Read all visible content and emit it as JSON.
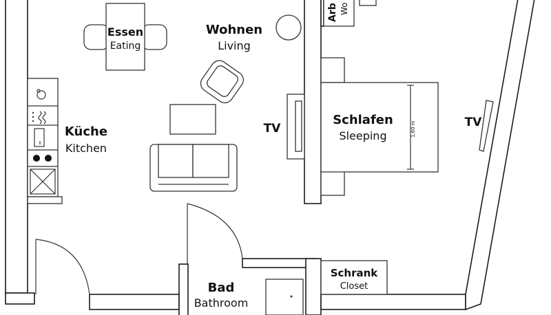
{
  "rooms": {
    "essen": {
      "title": "Essen",
      "subtitle": "Eating"
    },
    "wohnen": {
      "title": "Wohnen",
      "subtitle": "Living"
    },
    "kueche": {
      "title": "Küche",
      "subtitle": "Kitchen"
    },
    "schlafen": {
      "title": "Schlafen",
      "subtitle": "Sleeping"
    },
    "bad": {
      "title": "Bad",
      "subtitle": "Bathroom"
    },
    "schrank": {
      "title": "Schrank",
      "subtitle": "Closet"
    },
    "arbeit": {
      "title": "Arb",
      "subtitle": "Wo"
    }
  },
  "labels": {
    "tv_living": "TV",
    "tv_bedroom": "TV",
    "bed_width": "1,60 m"
  }
}
